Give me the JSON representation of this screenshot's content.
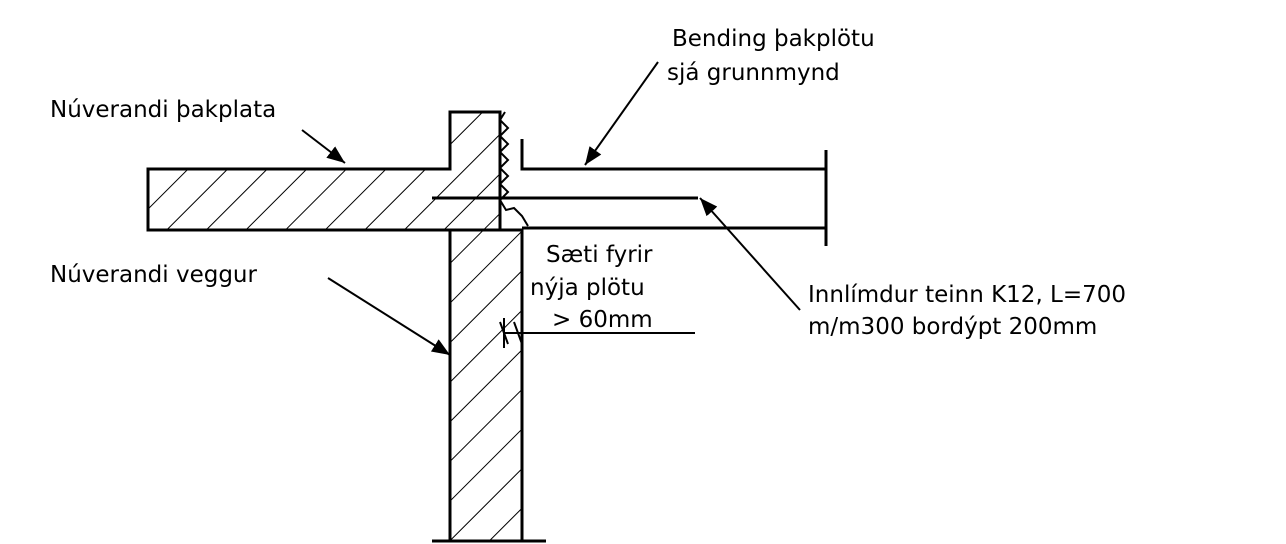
{
  "labels": {
    "existing_roof_slab": "Núverandi þakplata",
    "existing_wall": "Núverandi veggur",
    "roof_bend_line1": "Bending þakplötu",
    "roof_bend_line2": "sjá grunnmynd",
    "seat_line1": "Sæti fyrir",
    "seat_line2": "nýja plötu",
    "seat_line3": "> 60mm",
    "rebar_line1": "Innlímdur teinn K12, L=700",
    "rebar_line2": "m/m300 bordýpt 200mm"
  },
  "colors": {
    "ink": "#000000",
    "background": "#ffffff"
  }
}
